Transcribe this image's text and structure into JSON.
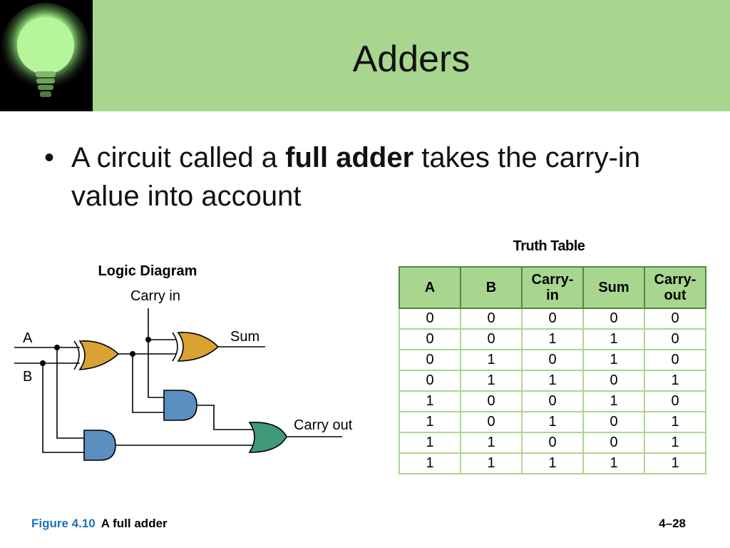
{
  "slide": {
    "title": "Adders",
    "bullet": {
      "marker": "•",
      "text_before": "A circuit called a ",
      "text_bold": "full adder",
      "text_after": " takes the carry-in value into account"
    }
  },
  "logic_diagram": {
    "title": "Logic Diagram",
    "labels": {
      "carry_in": "Carry in",
      "input_a": "A",
      "input_b": "B",
      "sum": "Sum",
      "carry_out": "Carry out"
    },
    "colors": {
      "xor": "#d9a233",
      "and": "#5b8fc0",
      "or": "#3f9a78"
    }
  },
  "truth_table": {
    "title": "Truth Table",
    "headers": [
      "A",
      "B",
      "Carry-\nin",
      "Sum",
      "Carry-\nout"
    ],
    "rows": [
      [
        "0",
        "0",
        "0",
        "0",
        "0"
      ],
      [
        "0",
        "0",
        "1",
        "1",
        "0"
      ],
      [
        "0",
        "1",
        "0",
        "1",
        "0"
      ],
      [
        "0",
        "1",
        "1",
        "0",
        "1"
      ],
      [
        "1",
        "0",
        "0",
        "1",
        "0"
      ],
      [
        "1",
        "0",
        "1",
        "0",
        "1"
      ],
      [
        "1",
        "1",
        "0",
        "0",
        "1"
      ],
      [
        "1",
        "1",
        "1",
        "1",
        "1"
      ]
    ]
  },
  "footer": {
    "figure_label": "Figure 4.10",
    "figure_caption": "A full adder",
    "page_number": "4–28"
  },
  "colors": {
    "header_band": "#a9d68f",
    "table_border": "#4f8a3c",
    "caption_blue": "#1e6fb8"
  }
}
